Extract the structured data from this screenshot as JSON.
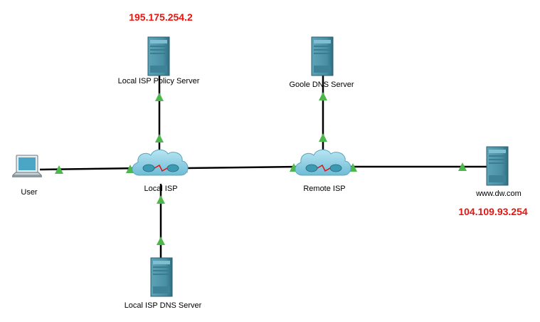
{
  "colors": {
    "link": "#000000",
    "link_up_indicator": "#4cb84c",
    "ip_text": "#e8140f",
    "server_face": "#4a8fa3",
    "server_side": "#2f6f82",
    "cloud_fill": "#8fd0e4",
    "router_fill": "#3d9ab3",
    "wan_link": "#e01010"
  },
  "devices": {
    "policy_server": {
      "label": "Local ISP Policy Server",
      "icon": "server-icon",
      "ip": "195.175.254.2"
    },
    "google_dns": {
      "label": "Goole DNS Server",
      "icon": "server-icon"
    },
    "user": {
      "label": "User",
      "icon": "laptop-icon"
    },
    "local_isp": {
      "label": "Local  ISP",
      "icon": "cloud-icon"
    },
    "remote_isp": {
      "label": "Remote ISP",
      "icon": "cloud-icon"
    },
    "web_server": {
      "label": "www.dw.com",
      "icon": "server-icon",
      "ip": "104.109.93.254"
    },
    "local_dns": {
      "label": "Local ISP DNS Server",
      "icon": "server-icon"
    }
  }
}
